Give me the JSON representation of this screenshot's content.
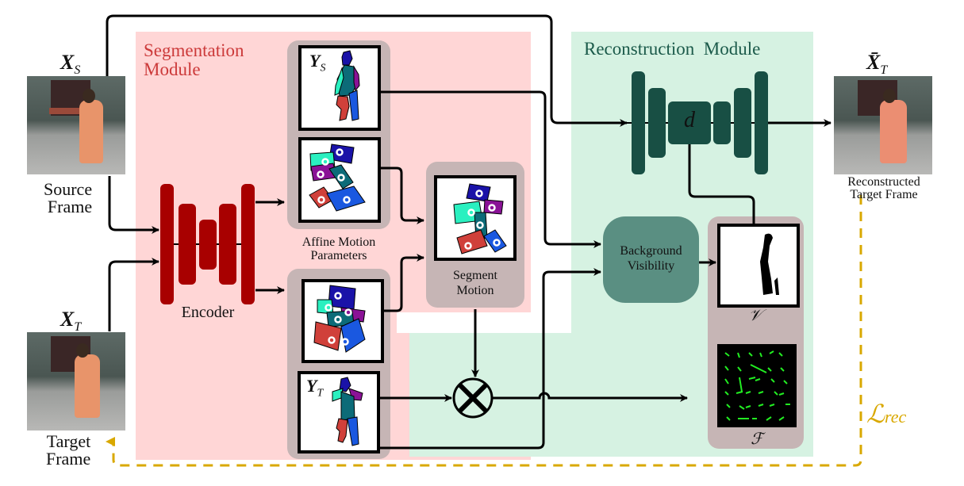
{
  "modules": {
    "segmentation": {
      "title_line1": "Segmentation",
      "title_line2": "Module",
      "color": "#cc3a3a",
      "bg": "#ffd6d6"
    },
    "reconstruction": {
      "title": "Reconstruction  Module",
      "color": "#1b5a4a",
      "bg": "#d6f2e2"
    }
  },
  "inputs": {
    "source": {
      "symbol": "X",
      "subscript": "S",
      "caption_line1": "Source",
      "caption_line2": "Frame"
    },
    "target": {
      "symbol": "X",
      "subscript": "T",
      "caption_line1": "Target",
      "caption_line2": "Frame"
    }
  },
  "output": {
    "symbol": "X̄",
    "subscript": "T",
    "caption_line1": "Reconstructed",
    "caption_line2": "Target Frame"
  },
  "encoder": {
    "label": "Encoder",
    "color": "#a80000"
  },
  "decoder": {
    "bottleneck_label": "d",
    "color": "#184f44"
  },
  "segments": {
    "source_mask_label": "Y",
    "source_mask_sub": "S",
    "target_mask_label": "Y",
    "target_mask_sub": "T",
    "affine_label_line1": "Affine Motion",
    "affine_label_line2": "Parameters",
    "segment_motion_line1": "Segment",
    "segment_motion_line2": "Motion"
  },
  "background": {
    "line1": "Background",
    "line2": "Visibility",
    "color": "#5a8f82"
  },
  "outputs": {
    "visibility_symbol": "𝒱",
    "flow_symbol": "ℱ"
  },
  "loss": {
    "symbol": "ℒ",
    "subscript": "rec",
    "color": "#d9a800"
  },
  "colors": {
    "panel_gray": "#c6b5b5",
    "flow_green": "#22ee22"
  }
}
